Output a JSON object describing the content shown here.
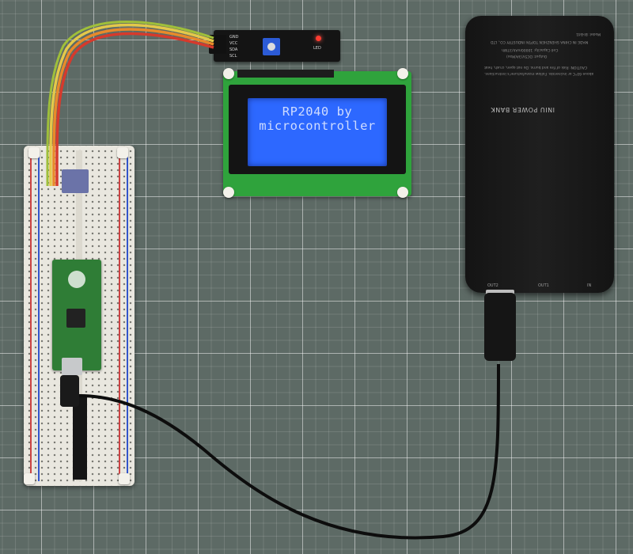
{
  "lcd": {
    "line1": "RP2040 by",
    "line2": "microcontroller"
  },
  "powerbank": {
    "brand": "INIU POWER BANK",
    "port_labels": [
      "OUT2",
      "OUT1",
      "IN"
    ],
    "spec_lines": [
      "MADE IN CHINA   SHENZHEN TOPTAI INDUSTRY CO., LTD",
      "Cell Capacity: 10000mAh/37Wh",
      "Output: DC5V/3A(Max)",
      "CAUTION: Risk of fire and burns. Do not open, crush, heat",
      "above 60°C or incinerate. Follow manufacturer's instructions."
    ],
    "model": "Model: BI-B41"
  },
  "i2c_labels": {
    "pins": [
      "GND",
      "VCC",
      "SDA",
      "SCL"
    ],
    "led_label": "LED"
  },
  "colors": {
    "mat": "#5d6a65",
    "lcd_backlight": "#2d68ff",
    "lcd_pcb": "#2fa33c",
    "pico": "#2f7d36",
    "breadboard": "#e9e7df",
    "wire_red": "#d63a2c",
    "wire_orange": "#e88a2a",
    "wire_yellow": "#e3c84a"
  },
  "icons": [
    "raspberry-logo-icon",
    "ce-mark-icon",
    "fcc-mark-icon"
  ]
}
